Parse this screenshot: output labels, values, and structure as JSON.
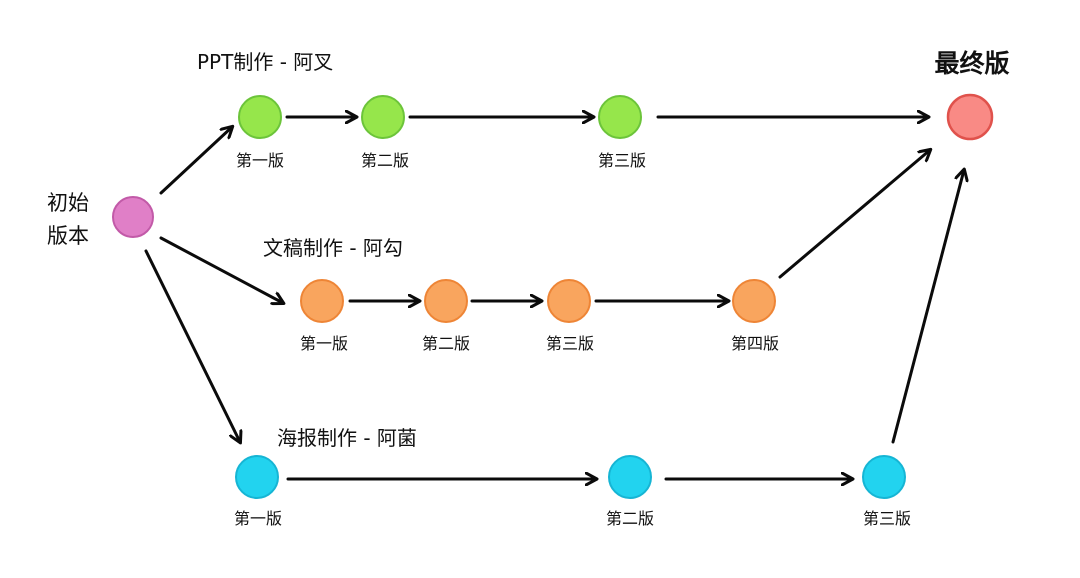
{
  "start": {
    "line1": "初始",
    "line2": "版本",
    "color": "#e07fc7",
    "stroke": "#c25aa8"
  },
  "final": {
    "title": "最终版",
    "color": "#f98a85",
    "stroke": "#e0524c"
  },
  "tracks": [
    {
      "title": "PPT制作 - 阿叉",
      "color": "#96e64b",
      "stroke": "#6cc43a",
      "versions": [
        "第一版",
        "第二版",
        "第三版"
      ]
    },
    {
      "title": "文稿制作 - 阿勾",
      "color": "#f9a55e",
      "stroke": "#ee8536",
      "versions": [
        "第一版",
        "第二版",
        "第三版",
        "第四版"
      ]
    },
    {
      "title": "海报制作 - 阿菌",
      "color": "#22d3ef",
      "stroke": "#16b5d4",
      "versions": [
        "第一版",
        "第二版",
        "第三版"
      ]
    }
  ]
}
